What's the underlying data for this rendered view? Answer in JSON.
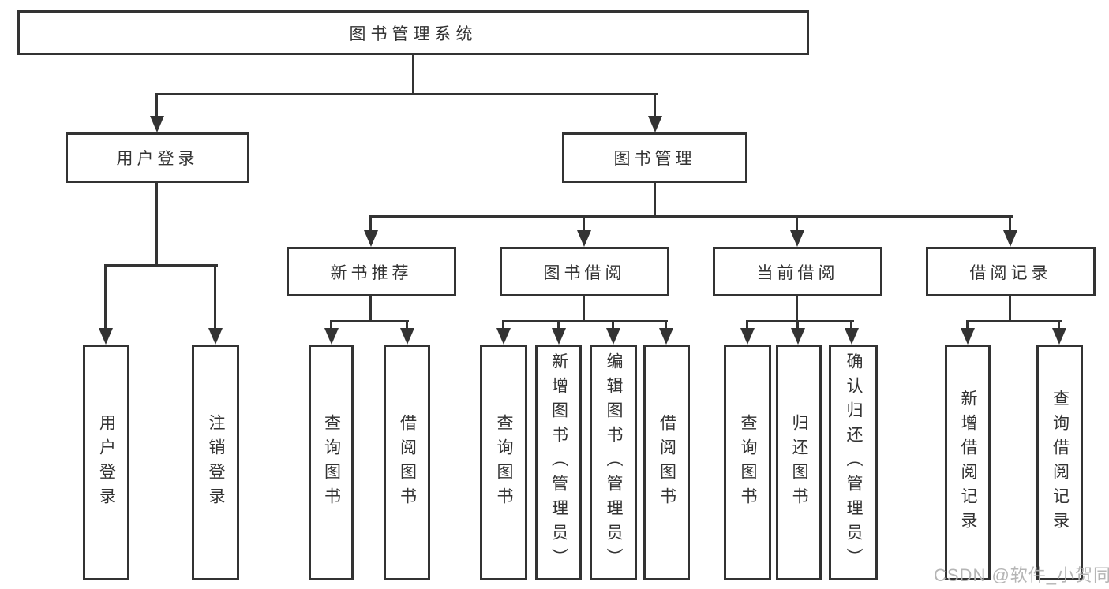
{
  "diagram": {
    "root": {
      "label": "图书管理系统"
    },
    "level2": [
      {
        "label": "用户登录"
      },
      {
        "label": "图书管理"
      }
    ],
    "level3": [
      {
        "label": "新书推荐"
      },
      {
        "label": "图书借阅"
      },
      {
        "label": "当前借阅"
      },
      {
        "label": "借阅记录"
      }
    ],
    "leaves": [
      {
        "label": "用户登录"
      },
      {
        "label": "注销登录"
      },
      {
        "label": "查询图书"
      },
      {
        "label": "借阅图书"
      },
      {
        "label": "查询图书"
      },
      {
        "label": "新增图书（管理员）"
      },
      {
        "label": "编辑图书（管理员）"
      },
      {
        "label": "借阅图书"
      },
      {
        "label": "查询图书"
      },
      {
        "label": "归还图书"
      },
      {
        "label": "确认归还（管理员）"
      },
      {
        "label": "新增借阅记录"
      },
      {
        "label": "查询借阅记录"
      }
    ]
  },
  "watermark": {
    "text": "CSDN @软件_小贺同学"
  },
  "colors": {
    "line": "#333333",
    "text": "#333333",
    "background": "#ffffff",
    "watermark": "#b5b5b5"
  }
}
